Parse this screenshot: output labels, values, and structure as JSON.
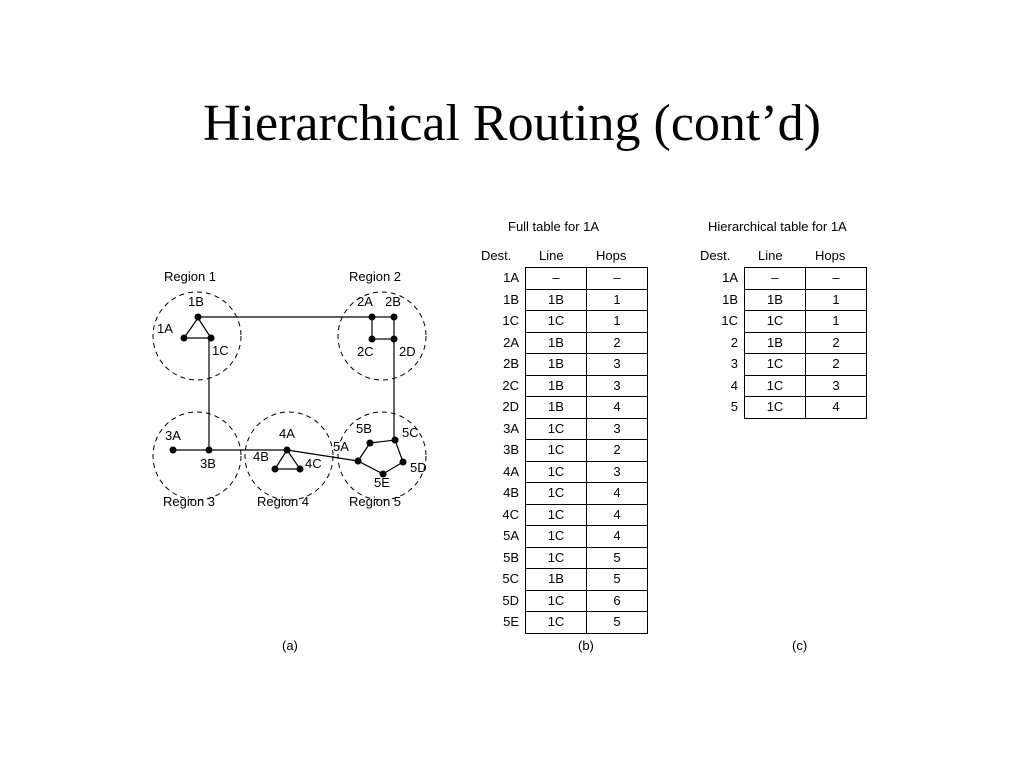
{
  "title": "Hierarchical Routing (cont’d)",
  "network": {
    "regions": [
      "Region 1",
      "Region 2",
      "Region 3",
      "Region 4",
      "Region 5"
    ],
    "nodes": [
      "1A",
      "1B",
      "1C",
      "2A",
      "2B",
      "2C",
      "2D",
      "3A",
      "3B",
      "4A",
      "4B",
      "4C",
      "5A",
      "5B",
      "5C",
      "5D",
      "5E"
    ]
  },
  "captions": {
    "a": "(a)",
    "b": "(b)",
    "c": "(c)"
  },
  "full_table": {
    "title": "Full table for 1A",
    "headers": [
      "Dest.",
      "Line",
      "Hops"
    ],
    "rows": [
      [
        "1A",
        "–",
        "–"
      ],
      [
        "1B",
        "1B",
        "1"
      ],
      [
        "1C",
        "1C",
        "1"
      ],
      [
        "2A",
        "1B",
        "2"
      ],
      [
        "2B",
        "1B",
        "3"
      ],
      [
        "2C",
        "1B",
        "3"
      ],
      [
        "2D",
        "1B",
        "4"
      ],
      [
        "3A",
        "1C",
        "3"
      ],
      [
        "3B",
        "1C",
        "2"
      ],
      [
        "4A",
        "1C",
        "3"
      ],
      [
        "4B",
        "1C",
        "4"
      ],
      [
        "4C",
        "1C",
        "4"
      ],
      [
        "5A",
        "1C",
        "4"
      ],
      [
        "5B",
        "1C",
        "5"
      ],
      [
        "5C",
        "1B",
        "5"
      ],
      [
        "5D",
        "1C",
        "6"
      ],
      [
        "5E",
        "1C",
        "5"
      ]
    ]
  },
  "hier_table": {
    "title": "Hierarchical table for 1A",
    "headers": [
      "Dest.",
      "Line",
      "Hops"
    ],
    "rows": [
      [
        "1A",
        "–",
        "–"
      ],
      [
        "1B",
        "1B",
        "1"
      ],
      [
        "1C",
        "1C",
        "1"
      ],
      [
        "2",
        "1B",
        "2"
      ],
      [
        "3",
        "1C",
        "2"
      ],
      [
        "4",
        "1C",
        "3"
      ],
      [
        "5",
        "1C",
        "4"
      ]
    ]
  }
}
